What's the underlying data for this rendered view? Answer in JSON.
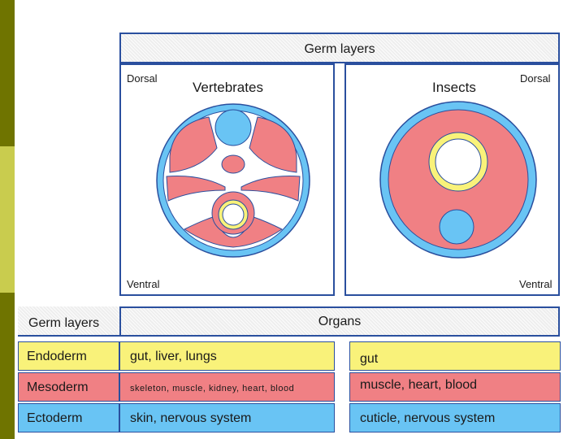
{
  "title": "Germ layers",
  "left_panel": {
    "heading": "Vertebrates",
    "dorsal": "Dorsal",
    "ventral": "Ventral"
  },
  "right_panel": {
    "heading": "Insects",
    "dorsal": "Dorsal",
    "ventral": "Ventral"
  },
  "table": {
    "col_header_layers": "Germ layers",
    "col_header_organs": "Organs",
    "rows": [
      {
        "layer": "Endoderm",
        "vertebrates": "gut, liver, lungs",
        "insects": "gut"
      },
      {
        "layer": "Mesoderm",
        "vertebrates": "skeleton, muscle, kidney, heart, blood",
        "insects": "muscle, heart, blood"
      },
      {
        "layer": "Ectoderm",
        "vertebrates": "skin, nervous system",
        "insects": "cuticle, nervous system"
      }
    ]
  },
  "colors": {
    "endoderm": "#f9f27a",
    "mesoderm": "#f08084",
    "ectoderm": "#69c4f4",
    "frame": "#2a4f9e",
    "accent_bar": "#6f7400"
  }
}
